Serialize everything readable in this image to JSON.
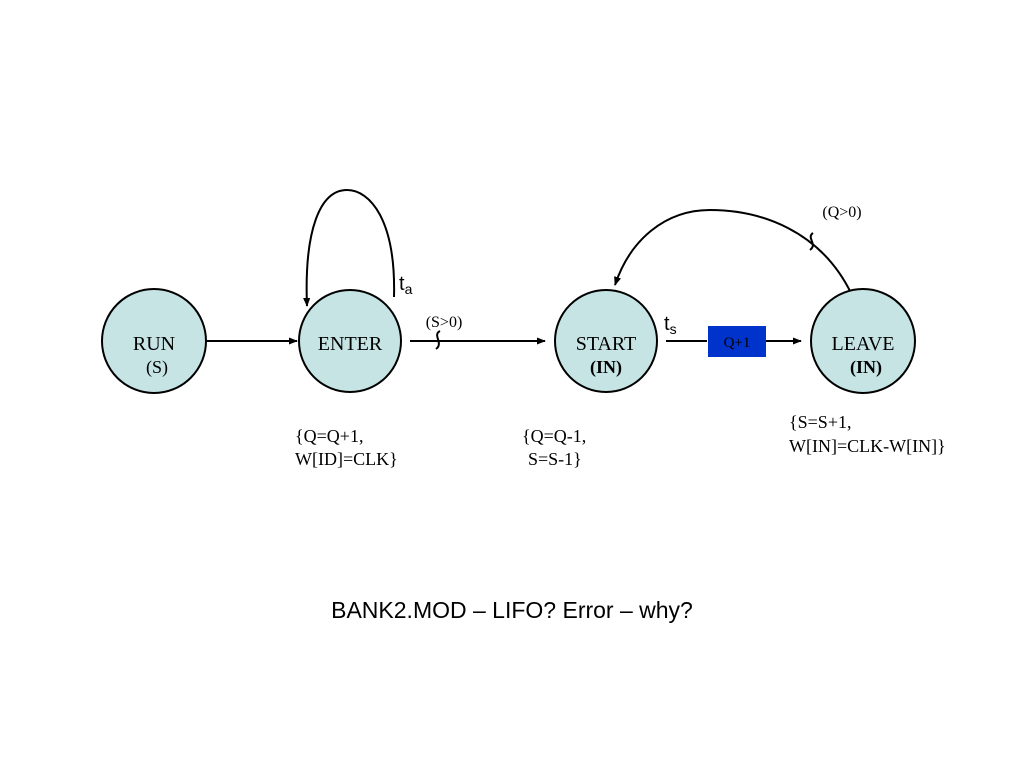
{
  "diagram": {
    "nodes": {
      "run": {
        "label": "RUN",
        "sublabel": "(S)"
      },
      "enter": {
        "label": "ENTER"
      },
      "start": {
        "label": "START",
        "sublabel": "(IN)"
      },
      "leave": {
        "label": "LEAVE",
        "sublabel": "(IN)"
      }
    },
    "edges": {
      "enter_to_start": {
        "condition": "(S>0)"
      },
      "leave_to_start": {
        "condition": "(Q>0)"
      }
    },
    "parameters": {
      "ta": {
        "base": "t",
        "sub": "a"
      },
      "ts": {
        "base": "t",
        "sub": "s"
      }
    },
    "queue_box": {
      "label": "Q+1",
      "color": "#0033cc"
    },
    "actions": {
      "enter": [
        "{Q=Q+1,",
        "W[ID]=CLK}"
      ],
      "start": [
        "{Q=Q-1,",
        "S=S-1}"
      ],
      "leave": [
        "{S=S+1,",
        "W[IN]=CLK-W[IN]}"
      ]
    },
    "node_fill": "#c6e4e4"
  },
  "caption": "BANK2.MOD – LIFO?  Error – why?"
}
